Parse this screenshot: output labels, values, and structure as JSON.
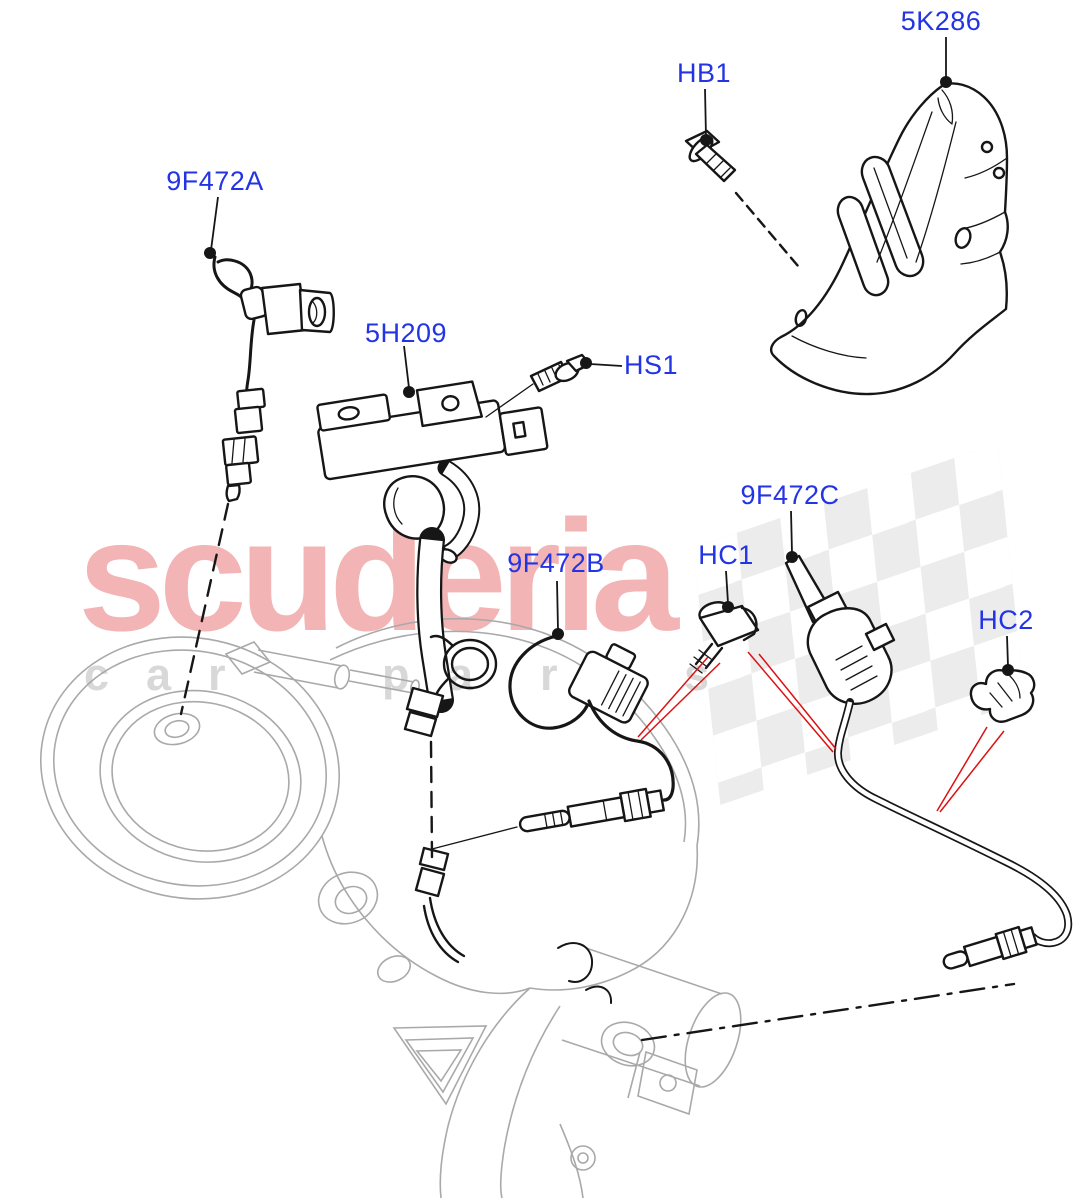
{
  "diagram": {
    "part_labels": [
      {
        "code": "9F472A"
      },
      {
        "code": "5H209"
      },
      {
        "code": "HS1"
      },
      {
        "code": "HB1"
      },
      {
        "code": "5K286"
      },
      {
        "code": "9F472B"
      },
      {
        "code": "9F472C"
      },
      {
        "code": "HC1"
      },
      {
        "code": "HC2"
      }
    ]
  },
  "watermark": {
    "brand": "scuderia",
    "tagline": "car parts",
    "tagline_letters": [
      "c",
      "a",
      "r",
      "p",
      "a",
      "r",
      "t",
      "s"
    ]
  },
  "colors": {
    "label_blue": "#2334e4",
    "line_black": "#161616",
    "line_gray": "#a9a9a9",
    "leader_red": "#dd1111",
    "brand_pink": "#f2b4b4",
    "tagline_gray": "#d8d8d8",
    "flag_gray": "#dcdcdc"
  }
}
